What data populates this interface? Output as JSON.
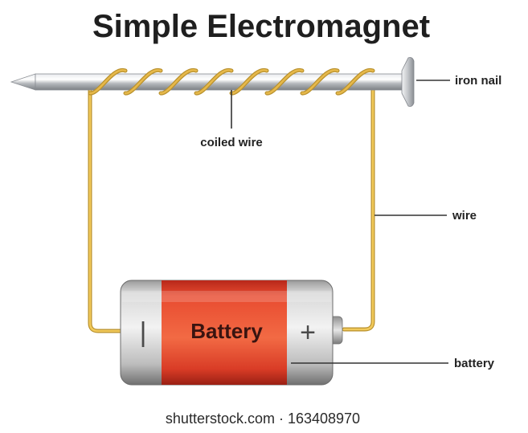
{
  "title": "Simple Electromagnet",
  "labels": {
    "iron_nail": "iron nail",
    "coiled_wire": "coiled wire",
    "wire": "wire",
    "battery": "battery"
  },
  "battery": {
    "text": "Battery",
    "negative_symbol": "|",
    "positive_symbol": "+"
  },
  "watermark": "shutterstock.com · 163408970",
  "colors": {
    "wire": "#e6b84a",
    "battery_red": "#e2422a",
    "nail_steel": "#b9bcc0",
    "battery_casing": "#c9c9c9"
  }
}
